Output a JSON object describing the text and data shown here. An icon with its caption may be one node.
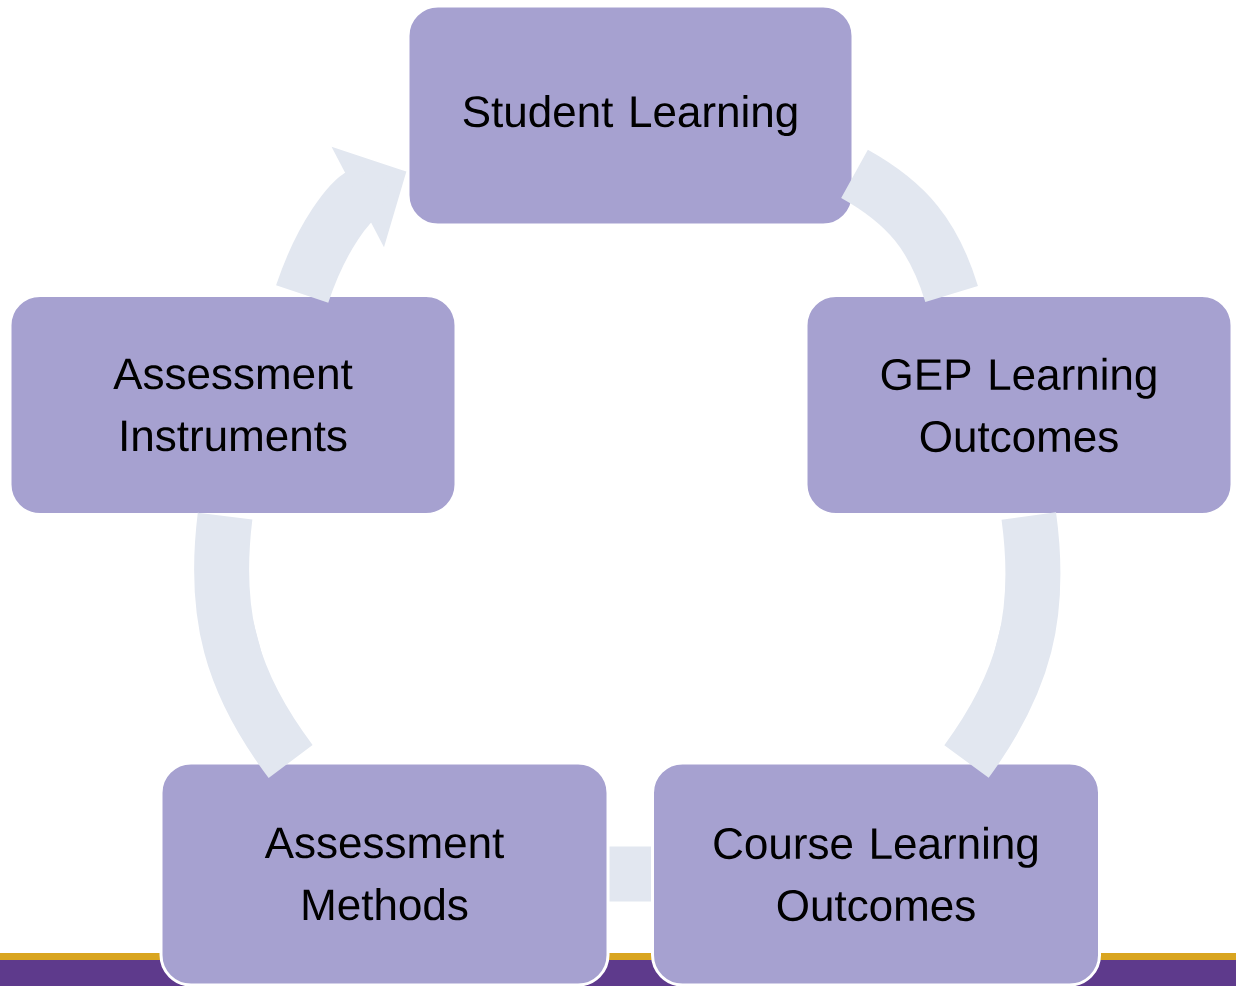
{
  "diagram": {
    "nodes": [
      {
        "text": [
          "Student Learning"
        ]
      },
      {
        "text": [
          "GEP Learning Outcomes"
        ]
      },
      {
        "text": [
          "Course Learning Outcomes"
        ]
      },
      {
        "text": [
          "Assessment Methods"
        ]
      },
      {
        "text": [
          "Assessment Instruments"
        ]
      }
    ],
    "edges": [
      {
        "from": 0,
        "to": 1,
        "arrow": "none"
      },
      {
        "from": 1,
        "to": 2,
        "arrow": "none"
      },
      {
        "from": 2,
        "to": 3,
        "arrow": "none"
      },
      {
        "from": 3,
        "to": 4,
        "arrow": "none"
      },
      {
        "from": 4,
        "to": 0,
        "arrow": "to"
      }
    ]
  }
}
